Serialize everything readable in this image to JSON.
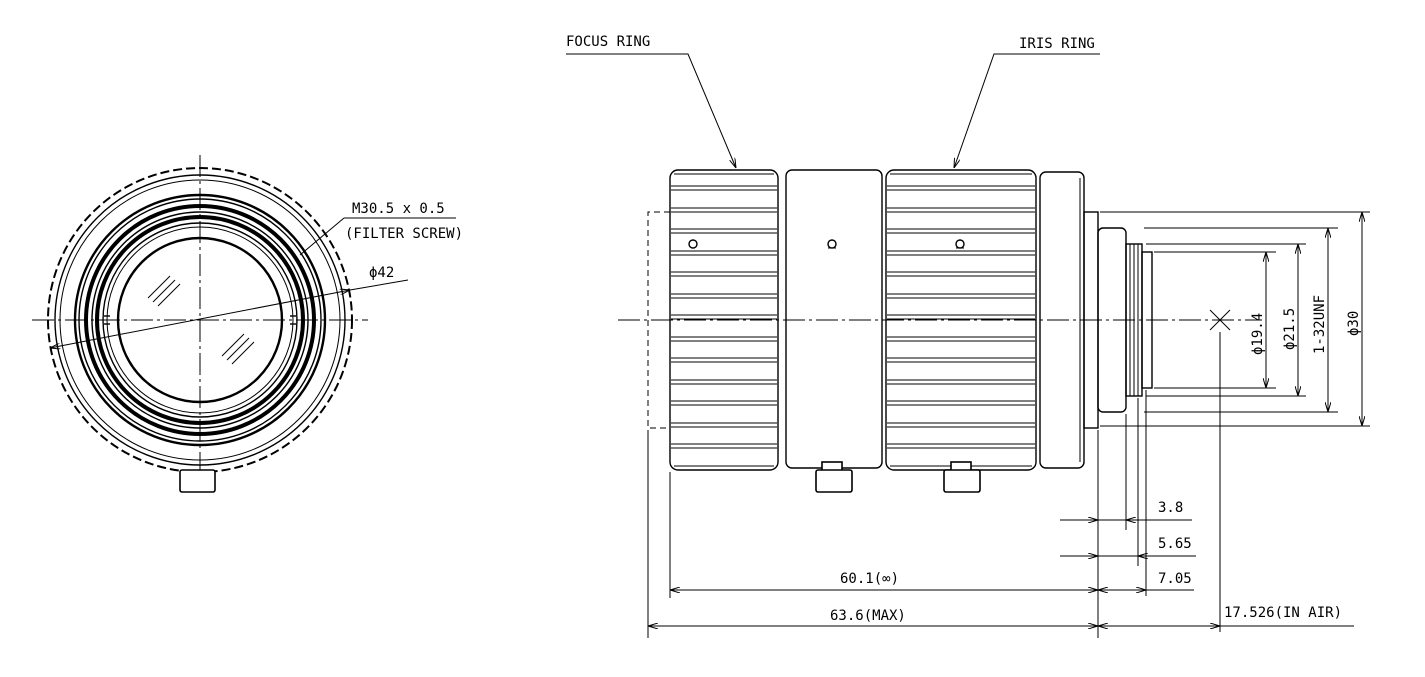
{
  "callouts": {
    "focus_ring": "FOCUS RING",
    "iris_ring": "IRIS RING",
    "filter_thread": "M30.5 x 0.5",
    "filter_screw": "(FILTER SCREW)",
    "front_diameter": "ϕ42"
  },
  "dimensions": {
    "length_infinity": "60.1(∞)",
    "length_max": "63.6(MAX)",
    "back_focus": "17.526(IN AIR)",
    "mount_3_8": "3.8",
    "mount_5_65": "5.65",
    "mount_7_05": "7.05",
    "dia_19_4": "ϕ19.4",
    "dia_21_5": "ϕ21.5",
    "mount_thread": "1-32UNF",
    "dia_30": "ϕ30"
  }
}
